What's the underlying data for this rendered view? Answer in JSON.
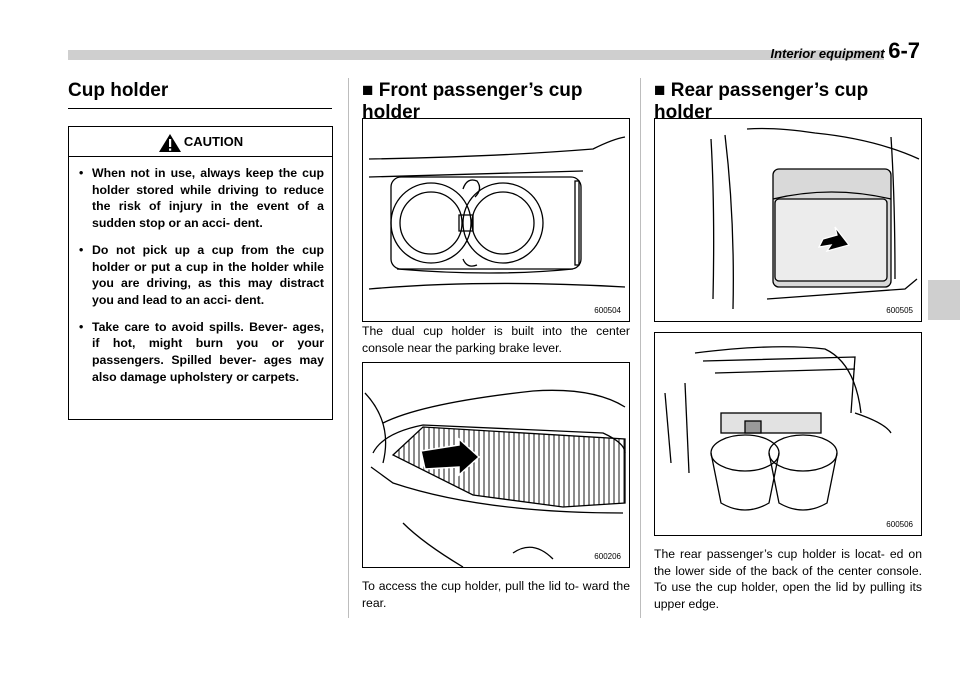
{
  "header": {
    "section_title": "Interior equipment",
    "page_number": "6-7"
  },
  "left": {
    "title": "Cup holder",
    "caution": {
      "label": "CAUTION",
      "items": [
        "When not in use, always keep the cup holder stored while driving to reduce the risk of injury in the event of a sudden stop or an acci- dent.",
        "Do not pick up a cup from the cup holder or put a cup in the holder while you are driving, as this may distract you and lead to an acci- dent.",
        "Take care to avoid spills. Bever- ages, if hot, might burn you or your passengers. Spilled bever- ages may also damage upholstery or carpets."
      ]
    }
  },
  "middle": {
    "title": "■ Front passenger’s cup holder",
    "figure1_code": "600504",
    "text1": "The dual cup holder is built into the center console near the parking brake lever.",
    "figure2_code": "600206",
    "text2": "To access the cup holder, pull the lid to- ward the rear."
  },
  "right": {
    "title": "■ Rear passenger’s cup holder",
    "figure1_code": "600505",
    "figure2_code": "600506",
    "text": "The rear passenger’s cup holder is locat- ed on the lower side of the back of the center console. To use the cup holder, open the lid by pulling its upper edge."
  }
}
